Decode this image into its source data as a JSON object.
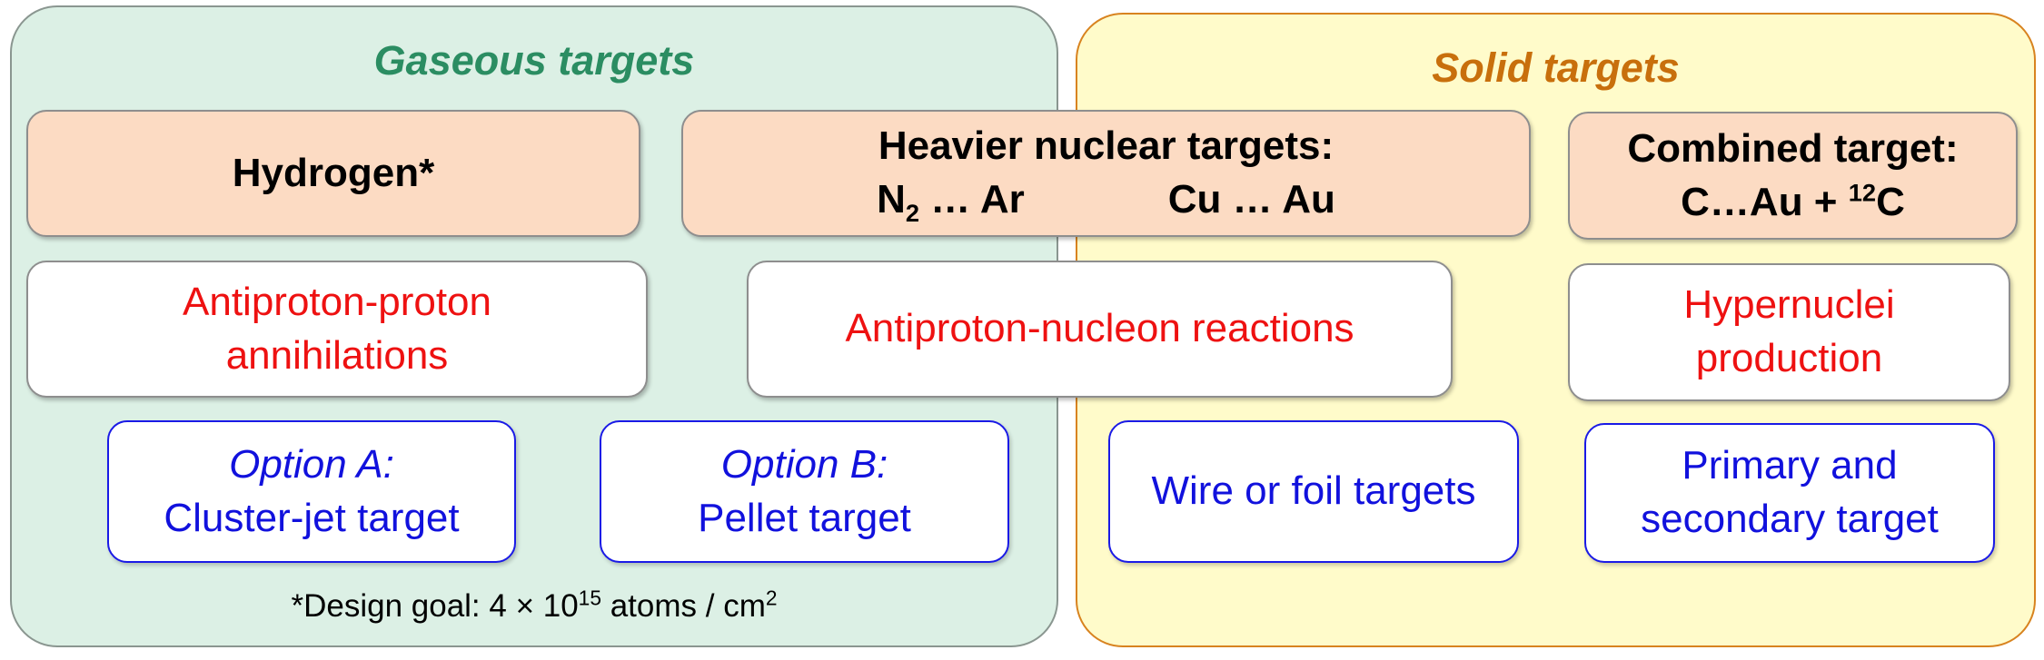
{
  "panels": {
    "gaseous": {
      "title": "Gaseous targets"
    },
    "solid": {
      "title": "Solid targets"
    }
  },
  "targets": {
    "hydrogen": "Hydrogen*",
    "heavier": {
      "title": "Heavier nuclear targets:",
      "left_main": "N",
      "left_sub": "2",
      "left_rest": " … Ar",
      "right": "Cu … Au"
    },
    "combined": {
      "title": "Combined target:",
      "prefix": "C…Au + ",
      "sup": "12",
      "suffix": "C"
    }
  },
  "processes": {
    "pp": {
      "line1": "Antiproton-proton",
      "line2": "annihilations"
    },
    "pn": "Antiproton-nucleon reactions",
    "hyper": {
      "line1": "Hypernuclei",
      "line2": "production"
    }
  },
  "implementations": {
    "option_a": {
      "label": "Option A:",
      "name": "Cluster-jet target"
    },
    "option_b": {
      "label": "Option B:",
      "name": "Pellet target"
    },
    "wire": "Wire or foil targets",
    "primary": {
      "line1": "Primary and",
      "line2": "secondary target"
    }
  },
  "footnote": {
    "prefix": "*Design goal: 4 × 10",
    "exp": "15",
    "middle": " atoms / cm",
    "unit_exp": "2"
  },
  "colors": {
    "gaseous_panel": "#dcf0e5",
    "solid_panel": "#fffbca",
    "gaseous_title": "#2b8d62",
    "solid_title": "#c86f0c",
    "target_box": "#fcdbc3",
    "process_text": "#ee1111",
    "option_text": "#1111dd"
  }
}
